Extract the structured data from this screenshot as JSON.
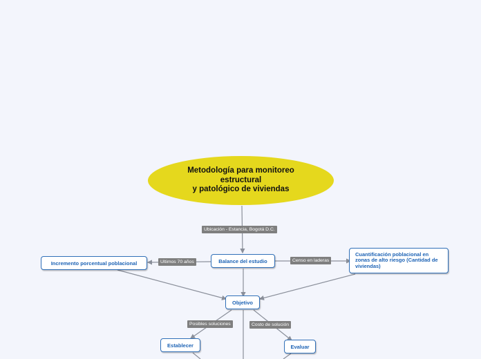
{
  "central": {
    "title": "Metodología para monitoreo\nestructural\ny patológico de viviendas"
  },
  "nodes": {
    "balance": "Balance del estudio",
    "incremento": "Incremento porcentual poblacional",
    "cuantificacion": "Cuantificación poblacional en zonas de alto riesgo (Cantidad de viviendas)",
    "objetivo": "Objetivo",
    "establecer": "Establecer",
    "evaluar": "Evaluar"
  },
  "labels": {
    "ubicacion": "Ubicación - Estancia, Bogotá D.C.",
    "ultimos": "Ultimos 70 años",
    "censo": "Censo en laderas",
    "posibles": "Posibles soluciones",
    "costo": "Costo de solución"
  },
  "colors": {
    "background": "#f3f5fc",
    "central_fill": "#e5d81d",
    "node_border": "#2f6fb8",
    "node_text": "#1d63b5",
    "connector": "#8a8f9a",
    "label_fill": "#7f7f7f"
  }
}
